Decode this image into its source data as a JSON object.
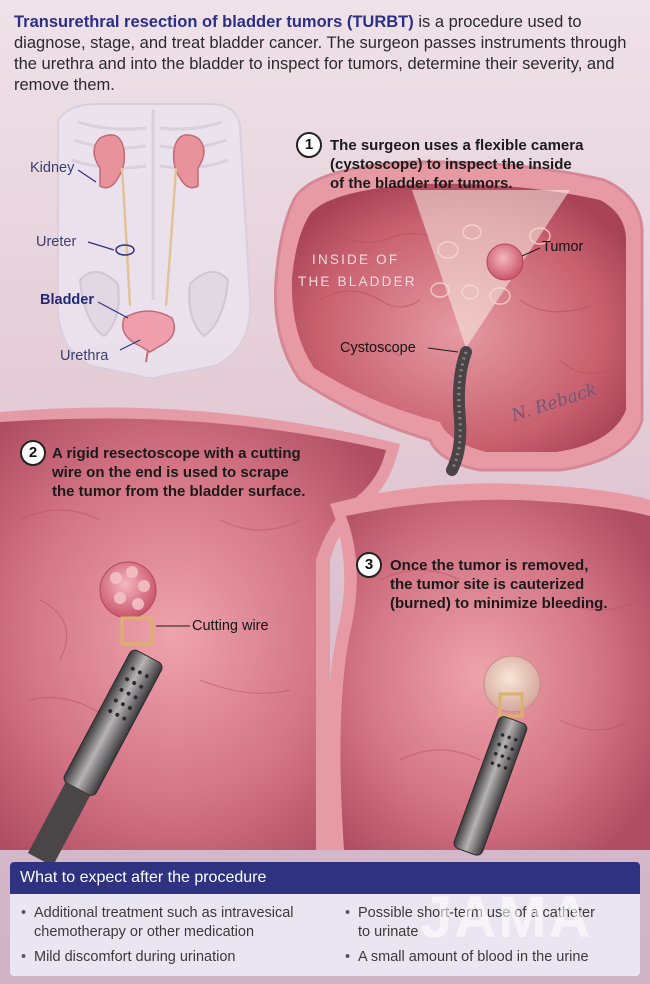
{
  "intro": {
    "title": "Transurethral resection of bladder tumors (TURBT)",
    "body": " is a procedure used to diagnose, stage, and treat bladder cancer. The surgeon passes instruments through the urethra and into the bladder to inspect for tumors, determine their severity, and remove them."
  },
  "anatomy_labels": {
    "kidney": "Kidney",
    "ureter": "Ureter",
    "bladder": "Bladder",
    "urethra": "Urethra"
  },
  "steps": [
    {
      "number": "1",
      "text": [
        "The surgeon uses a flexible camera",
        "(cystoscope) to inspect the inside",
        "of the bladder for tumors."
      ]
    },
    {
      "number": "2",
      "text": [
        "A rigid resectoscope with a cutting",
        "wire on the end is used to scrape",
        "the tumor from the bladder surface."
      ]
    },
    {
      "number": "3",
      "text": [
        "Once the tumor is removed,",
        "the tumor site is cauterized",
        "(burned) to minimize bleeding."
      ]
    }
  ],
  "panel1": {
    "inside_label": [
      "INSIDE OF",
      "THE BLADDER"
    ],
    "tumor": "Tumor",
    "cystoscope": "Cystoscope"
  },
  "panel2": {
    "cutting_wire": "Cutting wire"
  },
  "signature": "N. Reback",
  "after": {
    "heading": "What to expect after the procedure",
    "bullets_left": [
      [
        "Additional treatment such as intravesical",
        "chemotherapy or other medication"
      ],
      [
        "Mild discomfort during urination"
      ]
    ],
    "bullets_right": [
      [
        "Possible short-term use of a catheter",
        "to urinate"
      ],
      [
        "A small amount of blood in the urine"
      ]
    ]
  },
  "watermark": "JAMA",
  "colors": {
    "navy": "#2e3280",
    "bladder_tissue": "#c96576",
    "tumor": "#d9707f",
    "background": "#e4ccd6"
  }
}
